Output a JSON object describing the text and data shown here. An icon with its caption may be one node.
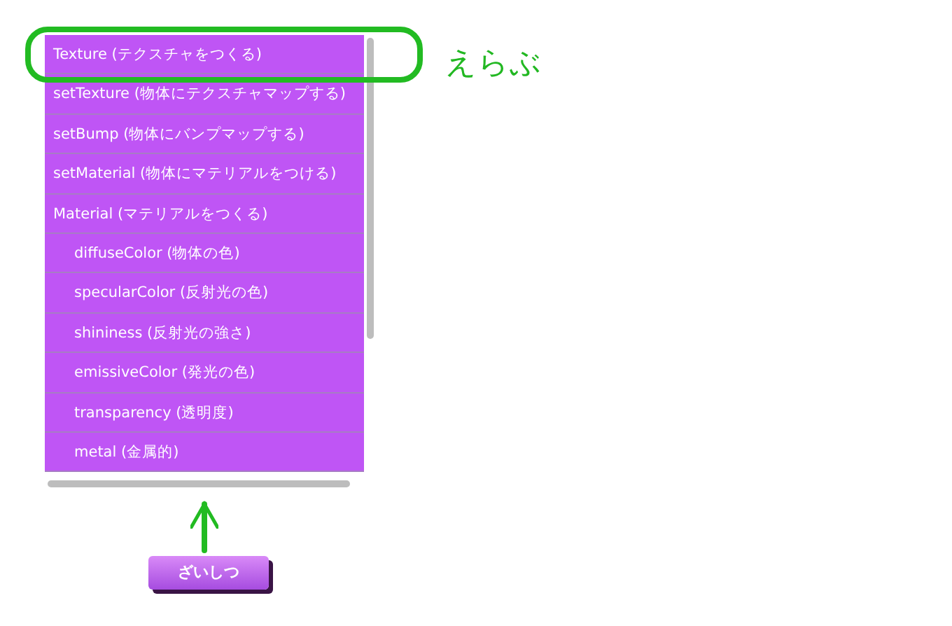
{
  "diagram": {
    "nodes": [
      {
        "text": [],
        "shape": "box"
      },
      {
        "text": [
          "Texture (テクスチャをつくる)"
        ],
        "in": 0
      },
      {
        "text": [
          "setTexture (物体にテクスチャマップする)"
        ],
        "in": 0
      },
      {
        "text": [
          "setBump (物体にバンプマップする)"
        ],
        "in": 0
      },
      {
        "text": [
          "setMaterial (物体にマテリアルをつける)"
        ],
        "in": 0
      },
      {
        "text": [
          "Material (マテリアルをつくる)"
        ],
        "in": 0
      },
      {
        "text": [
          "diffuseColor (物体の色)"
        ],
        "in": 0
      },
      {
        "text": [
          "specularColor (反射光の色)"
        ],
        "in": 0
      },
      {
        "text": [
          "shininess (反射光の強さ)"
        ],
        "in": 0
      },
      {
        "text": [
          "emissiveColor (発光の色)"
        ],
        "in": 0
      },
      {
        "text": [
          "transparency (透明度)"
        ],
        "in": 0
      },
      {
        "text": [
          "metal (金属的)"
        ],
        "in": 0
      },
      {
        "text": [
          "ざいしつ"
        ]
      }
    ],
    "edges": [
      {
        "from": 12,
        "to": 0,
        "arrow": "to",
        "color": "#22bb22"
      }
    ],
    "labels": [
      "えらぶ"
    ]
  }
}
